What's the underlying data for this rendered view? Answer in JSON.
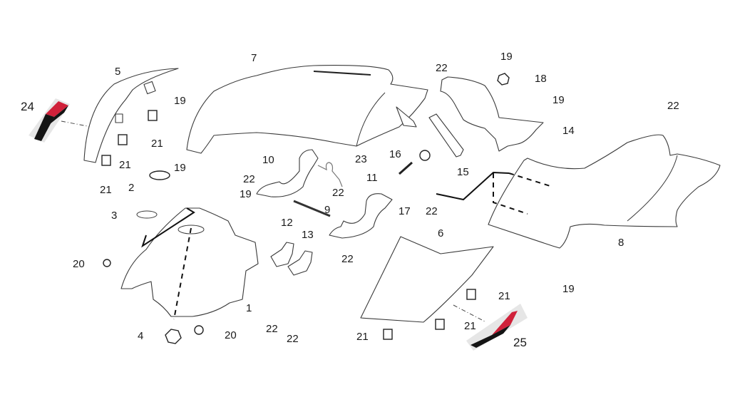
{
  "diagram": {
    "type": "exploded-parts-view",
    "callouts": [
      {
        "id": "c1",
        "label": "1"
      },
      {
        "id": "c2",
        "label": "2"
      },
      {
        "id": "c3",
        "label": "3"
      },
      {
        "id": "c4",
        "label": "4"
      },
      {
        "id": "c5",
        "label": "5"
      },
      {
        "id": "c6",
        "label": "6"
      },
      {
        "id": "c7",
        "label": "7"
      },
      {
        "id": "c8",
        "label": "8"
      },
      {
        "id": "c9",
        "label": "9"
      },
      {
        "id": "c10",
        "label": "10"
      },
      {
        "id": "c11",
        "label": "11"
      },
      {
        "id": "c12",
        "label": "12"
      },
      {
        "id": "c13",
        "label": "13"
      },
      {
        "id": "c14",
        "label": "14"
      },
      {
        "id": "c15",
        "label": "15"
      },
      {
        "id": "c16",
        "label": "16"
      },
      {
        "id": "c17",
        "label": "17"
      },
      {
        "id": "c18",
        "label": "18"
      },
      {
        "id": "c19a",
        "label": "19"
      },
      {
        "id": "c19b",
        "label": "19"
      },
      {
        "id": "c19c",
        "label": "19"
      },
      {
        "id": "c19d",
        "label": "19"
      },
      {
        "id": "c19e",
        "label": "19"
      },
      {
        "id": "c19f",
        "label": "19"
      },
      {
        "id": "c20a",
        "label": "20"
      },
      {
        "id": "c20b",
        "label": "20"
      },
      {
        "id": "c21a",
        "label": "21"
      },
      {
        "id": "c21b",
        "label": "21"
      },
      {
        "id": "c21c",
        "label": "21"
      },
      {
        "id": "c21d",
        "label": "21"
      },
      {
        "id": "c21e",
        "label": "21"
      },
      {
        "id": "c21f",
        "label": "21"
      },
      {
        "id": "c22a",
        "label": "22"
      },
      {
        "id": "c22b",
        "label": "22"
      },
      {
        "id": "c22c",
        "label": "22"
      },
      {
        "id": "c22d",
        "label": "22"
      },
      {
        "id": "c22e",
        "label": "22"
      },
      {
        "id": "c22f",
        "label": "22"
      },
      {
        "id": "c22g",
        "label": "22"
      },
      {
        "id": "c22h",
        "label": "22"
      },
      {
        "id": "c23",
        "label": "23"
      },
      {
        "id": "c24",
        "label": "24"
      },
      {
        "id": "c25",
        "label": "25"
      }
    ],
    "colors": {
      "line": "#111111",
      "part_outline": "#3a3a3a",
      "decal_red": "#d0213a",
      "decal_black": "#141414",
      "decal_bg": "#e6e6e6"
    }
  }
}
